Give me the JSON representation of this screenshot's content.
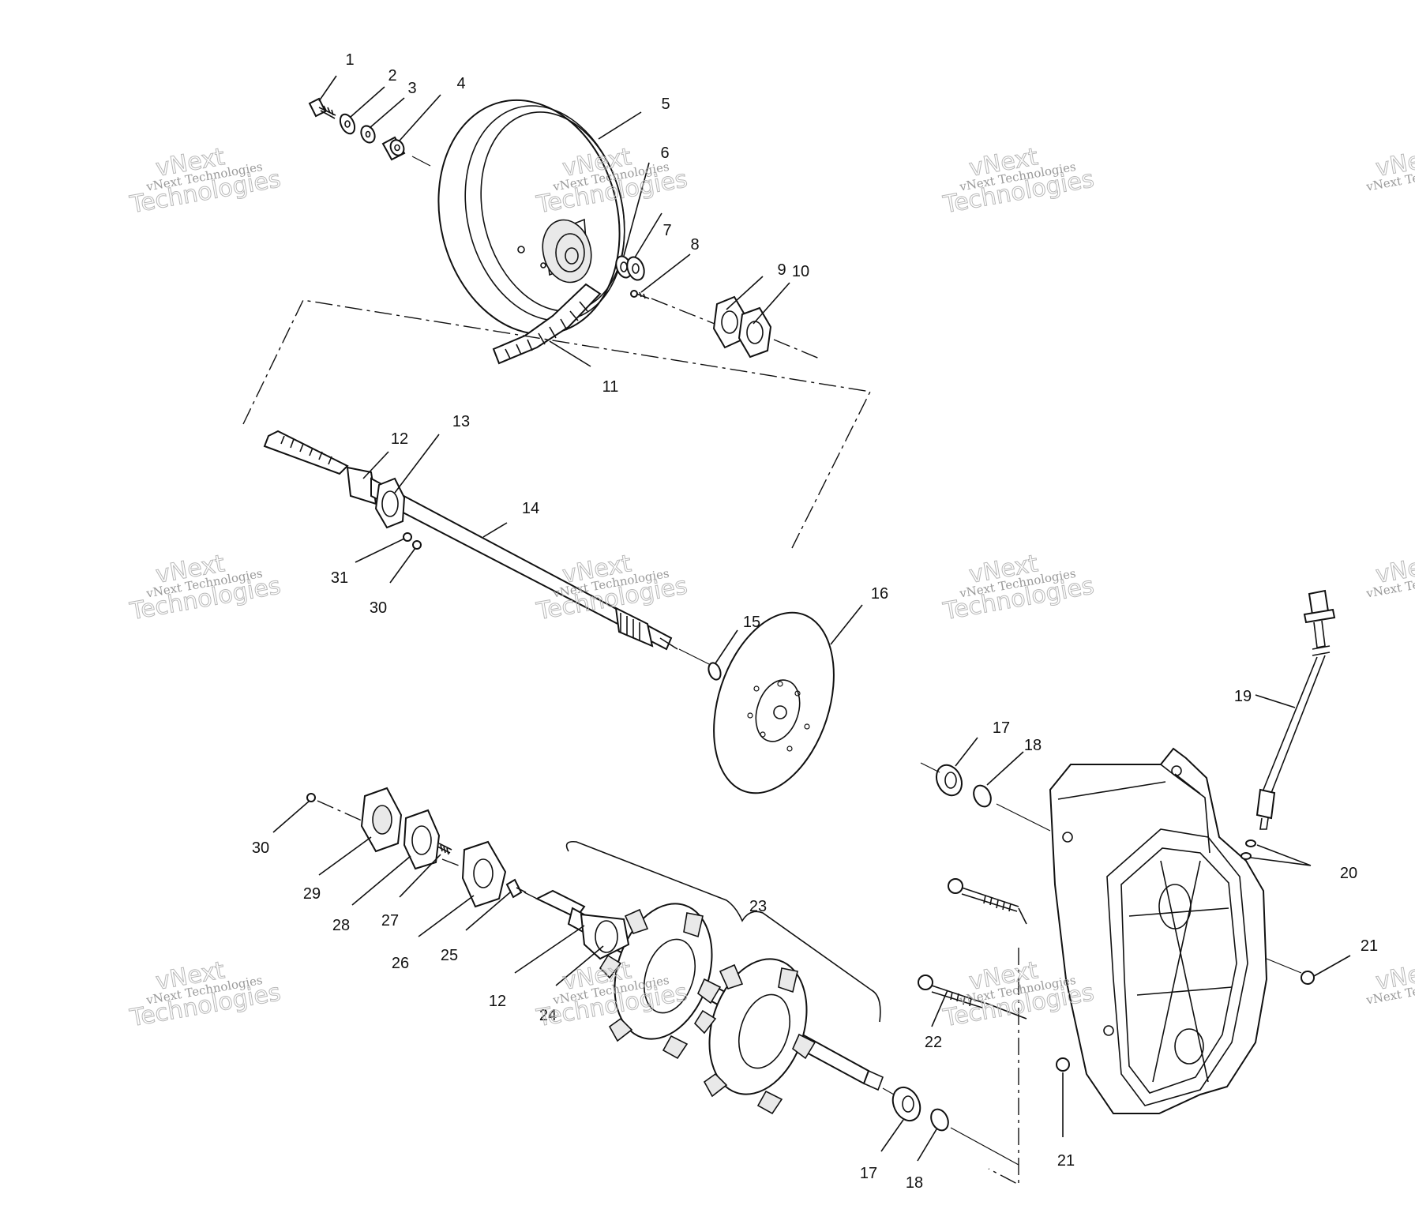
{
  "diagram": {
    "callouts": [
      "1",
      "2",
      "3",
      "4",
      "5",
      "6",
      "7",
      "8",
      "9",
      "10",
      "11",
      "12",
      "13",
      "14",
      "31",
      "30",
      "15",
      "16",
      "17",
      "18",
      "19",
      "20",
      "30",
      "29",
      "28",
      "27",
      "26",
      "25",
      "12",
      "24",
      "23",
      "22",
      "21",
      "21",
      "17",
      "18"
    ],
    "watermark": {
      "line1": "vNext",
      "line2": "vNext Technologies",
      "line3": "Technologies"
    }
  }
}
